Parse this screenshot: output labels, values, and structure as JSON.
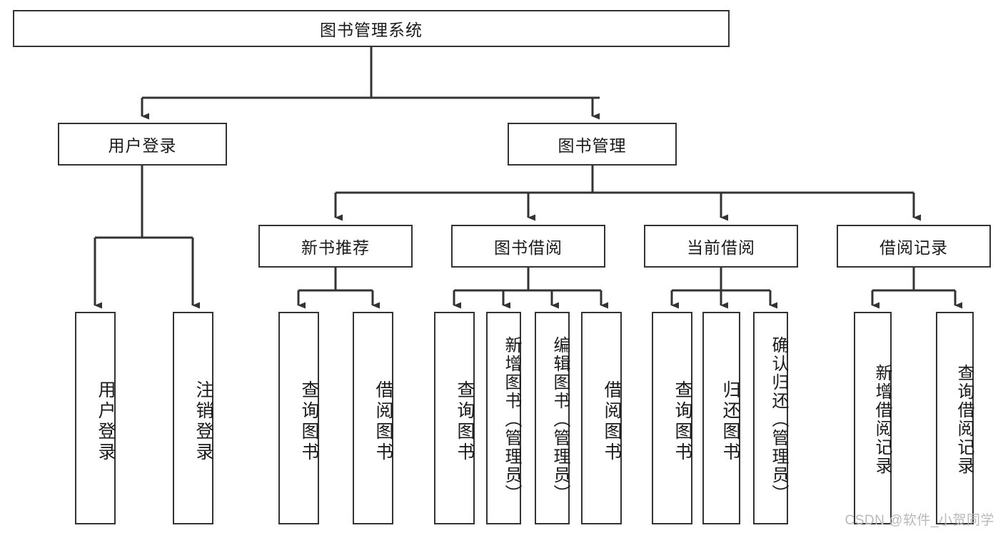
{
  "diagram": {
    "type": "tree",
    "title": "图书管理系统",
    "watermark": "CSDN @软件_小贺同学",
    "colors": {
      "box_border": "#333333",
      "box_fill": "#ffffff",
      "connector": "#333333",
      "text": "#1a1a1a",
      "watermark": "#b9b9b9"
    },
    "root": {
      "label": "图书管理系统"
    },
    "level2": [
      {
        "label": "用户登录"
      },
      {
        "label": "图书管理"
      }
    ],
    "level3": [
      {
        "label": "新书推荐"
      },
      {
        "label": "图书借阅"
      },
      {
        "label": "当前借阅"
      },
      {
        "label": "借阅记录"
      }
    ],
    "leaves": {
      "user_login": [
        {
          "label": "用户登录"
        },
        {
          "label": "注销登录"
        }
      ],
      "new_book_recommend": [
        {
          "label": "查询图书"
        },
        {
          "label": "借阅图书"
        }
      ],
      "book_borrow": [
        {
          "label": "查询图书"
        },
        {
          "label": "新增图书（管理员）"
        },
        {
          "label": "编辑图书（管理员）"
        },
        {
          "label": "借阅图书"
        }
      ],
      "current_borrow": [
        {
          "label": "查询图书"
        },
        {
          "label": "归还图书"
        },
        {
          "label": "确认归还（管理员）"
        }
      ],
      "borrow_record": [
        {
          "label": "新增借阅记录"
        },
        {
          "label": "查询借阅记录"
        }
      ]
    }
  }
}
